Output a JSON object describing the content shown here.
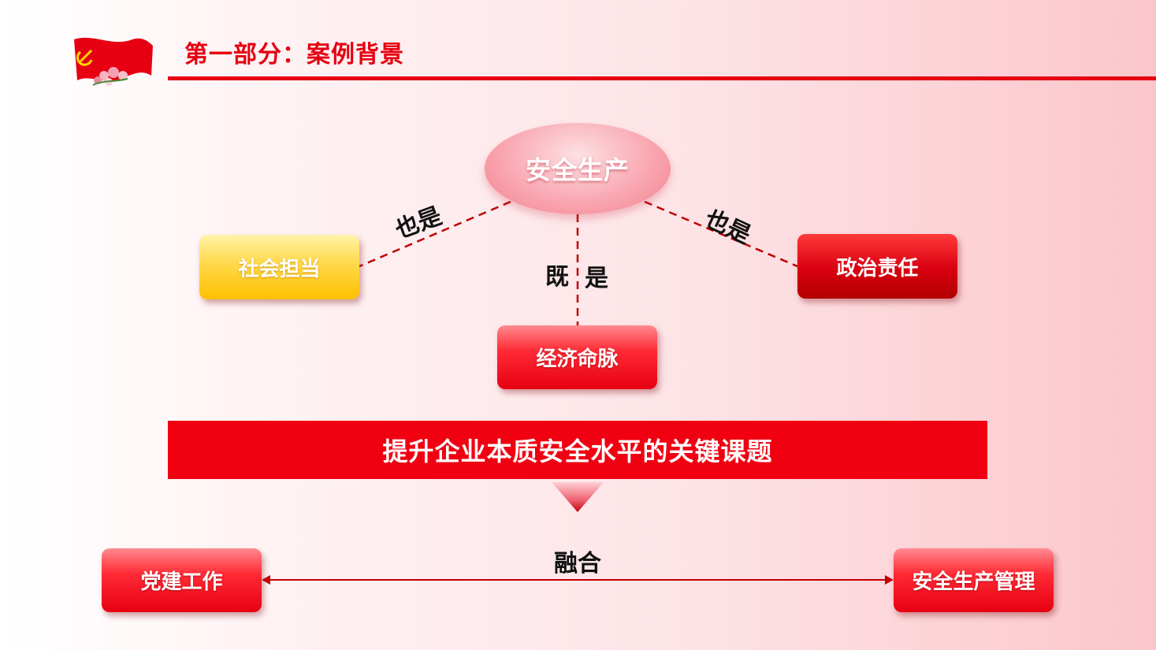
{
  "header": {
    "title": "第一部分：案例背景"
  },
  "diagram": {
    "center": "安全生产",
    "left_label": "也是",
    "right_label": "也是",
    "mid_label_a": "既",
    "mid_label_b": "是",
    "left_box": "社会担当",
    "right_box": "政治责任",
    "bottom_box": "经济命脉"
  },
  "banner": {
    "text": "提升企业本质安全水平的关键课题"
  },
  "merge": {
    "label": "融合",
    "left_box": "党建工作",
    "right_box": "安全生产管理"
  },
  "colors": {
    "primary_red": "#e60012",
    "yellow": "#ffc000",
    "dark_red": "#c00000"
  },
  "icons": [
    "party-flag-icon",
    "arrow-down-icon",
    "double-arrow-icon"
  ]
}
